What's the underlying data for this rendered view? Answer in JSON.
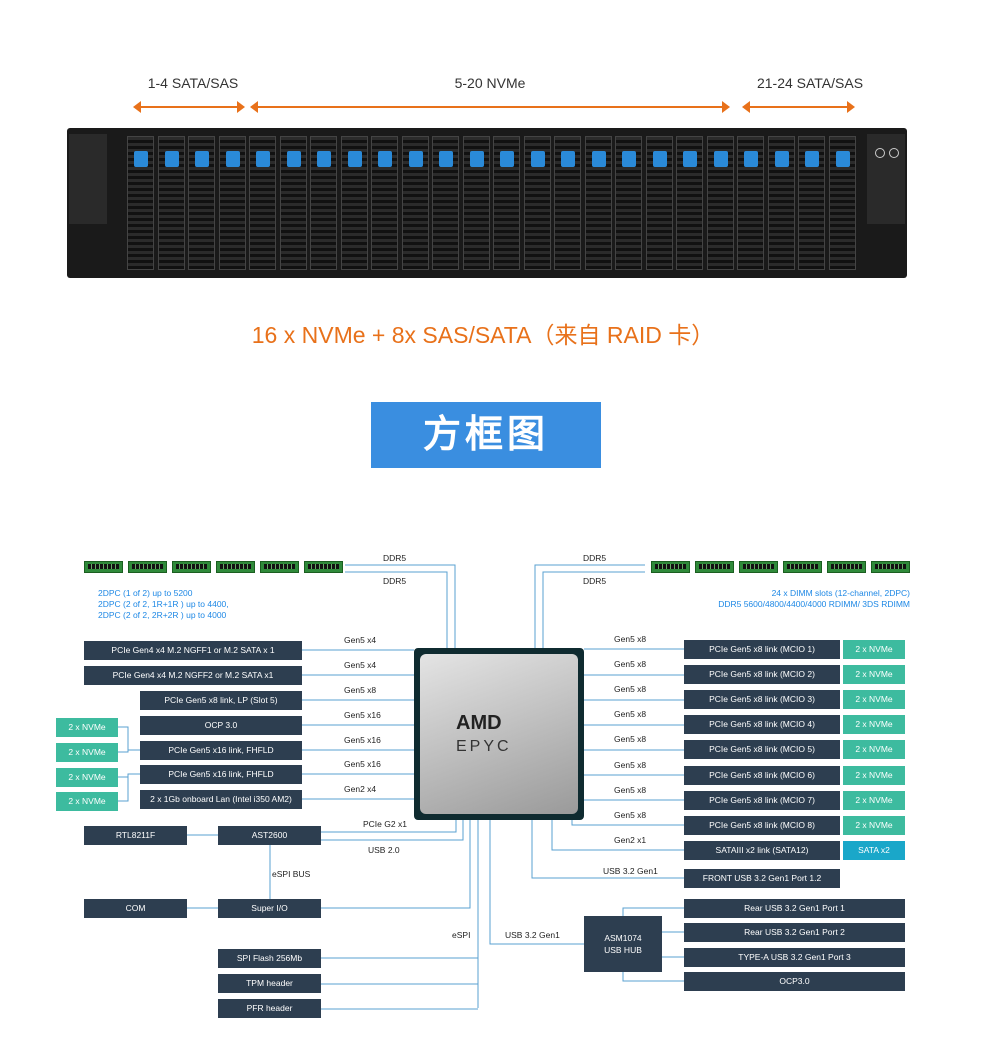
{
  "header": {
    "zones": [
      "1-4 SATA/SAS",
      "5-20 NVMe",
      "21-24 SATA/SAS"
    ],
    "subtitle": "16 x NVMe + 8x SAS/SATA（来自 RAID 卡）",
    "banner": "方框图"
  },
  "memory": {
    "ddr_left": [
      "DDR5",
      "DDR5"
    ],
    "ddr_right": [
      "DDR5",
      "DDR5"
    ],
    "left_note": [
      "2DPC (1 of 2) up to 5200",
      "2DPC (2 of 2, 1R+1R ) up to 4400,",
      "2DPC (2 of 2, 2R+2R ) up to 4000"
    ],
    "right_note": [
      "24 x DIMM slots (12-channel, 2DPC)",
      "DDR5 5600/4800/4400/4000 RDIMM/ 3DS RDIMM"
    ]
  },
  "cpu": {
    "brand": "AMD",
    "model": "EPYC"
  },
  "left_links": [
    {
      "box": "PCIe Gen4 x4 M.2 NGFF1 or M.2 SATA x 1",
      "link": "Gen5 x4"
    },
    {
      "box": "PCIe Gen4 x4 M.2 NGFF2 or M.2 SATA  x1",
      "link": "Gen5 x4"
    },
    {
      "box": "PCIe Gen5 x8 link, LP (Slot 5)",
      "link": "Gen5 x8"
    },
    {
      "box": "OCP 3.0",
      "link": "Gen5 x16"
    },
    {
      "box": "PCIe Gen5 x16 link, FHFLD",
      "link": "Gen5 x16"
    },
    {
      "box": "PCIe Gen5 x16 link, FHFLD",
      "link": "Gen5 x16"
    },
    {
      "box": "2 x 1Gb onboard Lan (Intel i350 AM2)",
      "link": "Gen2 x4"
    }
  ],
  "left_nvme": [
    "2 x NVMe",
    "2 x NVMe",
    "2 x NVMe",
    "2 x NVMe"
  ],
  "right_links": [
    {
      "box": "PCIe Gen5 x8 link (MCIO 1)",
      "link": "Gen5 x8",
      "dev": "2 x NVMe"
    },
    {
      "box": "PCIe Gen5 x8 link (MCIO 2)",
      "link": "Gen5 x8",
      "dev": "2 x NVMe"
    },
    {
      "box": "PCIe Gen5 x8 link (MCIO 3)",
      "link": "Gen5 x8",
      "dev": "2 x NVMe"
    },
    {
      "box": "PCIe Gen5 x8 link (MCIO 4)",
      "link": "Gen5 x8",
      "dev": "2 x NVMe"
    },
    {
      "box": "PCIe Gen5 x8 link (MCIO 5)",
      "link": "Gen5 x8",
      "dev": "2 x NVMe"
    },
    {
      "box": "PCIe Gen5 x8 link (MCIO 6)",
      "link": "Gen5 x8",
      "dev": "2 x NVMe"
    },
    {
      "box": "PCIe Gen5 x8 link (MCIO 7)",
      "link": "Gen5 x8",
      "dev": "2 x NVMe"
    },
    {
      "box": "PCIe Gen5 x8 link (MCIO 8)",
      "link": "Gen5 x8",
      "dev": "2 x NVMe"
    },
    {
      "box": "SATAIII x2 link (SATA12)",
      "link": "Gen2 x1",
      "dev": "SATA x2"
    }
  ],
  "front_usb": {
    "box": "FRONT USB 3.2 Gen1 Port 1.2",
    "link": "USB 3.2 Gen1"
  },
  "hub": {
    "line1": "ASM1074",
    "line2": "USB HUB",
    "link": "USB 3.2 Gen1",
    "ports": [
      "Rear USB 3.2 Gen1 Port 1",
      "Rear USB 3.2 Gen1 Port 2",
      "TYPE-A USB 3.2 Gen1 Port 3",
      "OCP3.0"
    ]
  },
  "bmc": {
    "rtl": "RTL8211F",
    "ast": "AST2600",
    "pcie": "PCIe G2 x1",
    "usb": "USB 2.0",
    "espi_bus": "eSPI BUS",
    "com": "COM",
    "superio": "Super I/O",
    "espi": "eSPI",
    "spi": "SPI Flash 256Mb",
    "tpm": "TPM header",
    "pfr": "PFR header"
  },
  "colors": {
    "orange": "#e8711a",
    "dark": "#2d3e50",
    "teal": "#3dbb9f",
    "cyan": "#1aa7c9",
    "blue": "#3a8ee0"
  }
}
